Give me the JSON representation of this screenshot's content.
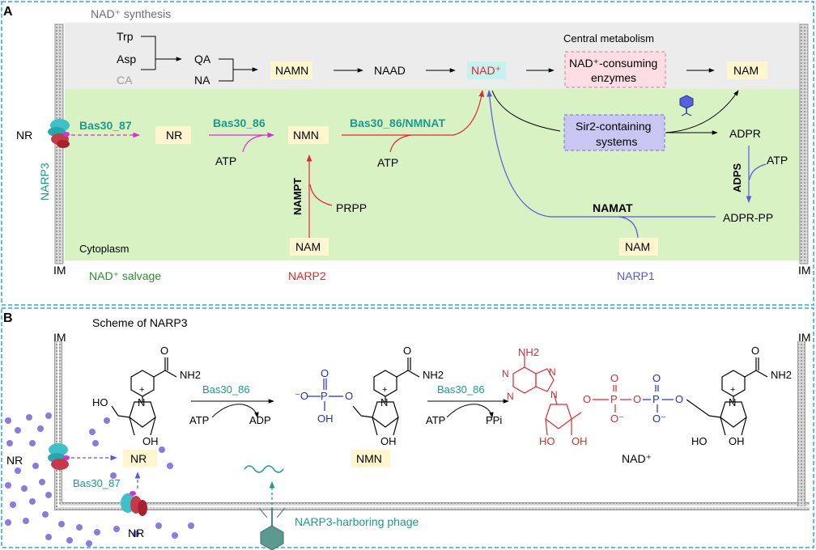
{
  "panel_a": {
    "letter": "A",
    "synthesis_label": "NAD⁺ synthesis",
    "central_metabolism": "Central metabolism",
    "precursors": [
      "Trp",
      "Asp",
      "CA"
    ],
    "qa": "QA",
    "na": "NA",
    "namn": "NAMN",
    "naad": "NAAD",
    "nad": "NAD⁺",
    "consuming_enzymes": [
      "NAD⁺-consuming",
      "enzymes"
    ],
    "nam_top": "NAM",
    "nr_outside": "NR",
    "narp3_vertical": "NARP3",
    "bas30_87": "Bas30_87",
    "nr_box": "NR",
    "bas30_86": "Bas30_86",
    "atp_1": "ATP",
    "nmn_box": "NMN",
    "bas30_86_nmnat": "Bas30_86/NMNAT",
    "atp_2": "ATP",
    "sir2_systems": [
      "Sir2-containing",
      "systems"
    ],
    "adpr": "ADPR",
    "atp_3": "ATP",
    "adps": "ADPS",
    "adpr_pp": "ADPR-PP",
    "namat": "NAMAT",
    "nam_right": "NAM",
    "nampt": "NAMPT",
    "prpp": "PRPP",
    "nam_bottom": "NAM",
    "cytoplasm": "Cytoplasm",
    "im_left": "IM",
    "im_right": "IM",
    "salvage_label": "NAD⁺ salvage",
    "narp2": "NARP2",
    "narp1": "NARP1"
  },
  "panel_b": {
    "letter": "B",
    "title": "Scheme of NARP3",
    "im_left": "IM",
    "im_right": "IM",
    "nh2_labels": [
      "NH2",
      "NH2",
      "NH2",
      "NH2"
    ],
    "ho": "HO",
    "oh": "OH",
    "o": "O",
    "p": "P",
    "n": "N",
    "o_minus": "O⁻",
    "minus_o": "⁻O",
    "bas30_86_a": "Bas30_86",
    "atp_a": "ATP",
    "adp": "ADP",
    "bas30_86_b": "Bas30_86",
    "atp_b": "ATP",
    "ppi": "PPi",
    "nmn_label": "NMN",
    "nad_label": "NAD⁺",
    "nr_outside": "NR",
    "nr_box": "NR",
    "bas30_87": "Bas30_87",
    "nr_bottom": "NR",
    "phage_label": "NARP3-harboring phage"
  },
  "colors": {
    "teal": "#1a9b8c",
    "red": "#e0282e",
    "blue": "#1d2fd0",
    "purple_line": "#6a5acd",
    "magenta": "#d530d5",
    "salvage_green": "#d9f2c4",
    "synthesis_gray": "#ececec",
    "box_yellow": "#fdf6cf",
    "box_pink": "#fbdde3",
    "box_lavender": "#c9c6f3",
    "frame_blue": "#2aa7e0",
    "dot_purple": "#8a7bdc"
  }
}
